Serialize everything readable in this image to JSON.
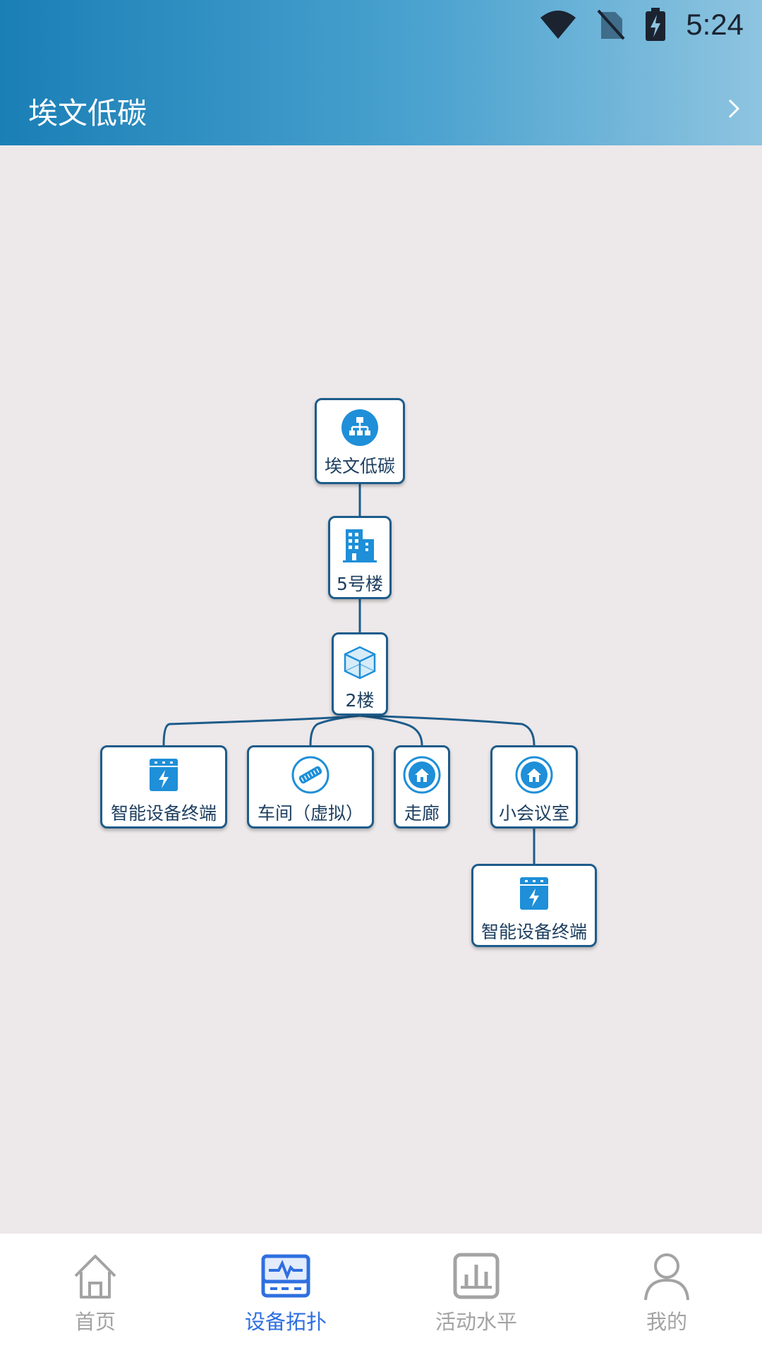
{
  "status_bar": {
    "time": "5:24",
    "icons": [
      "wifi-icon",
      "no-sim-icon",
      "battery-charging-icon"
    ]
  },
  "header": {
    "title": "埃文低碳",
    "action_icon": "chevron-right-icon"
  },
  "topology": {
    "root": {
      "label": "埃文低碳",
      "icon": "org-chart-icon"
    },
    "building": {
      "label": "5号楼",
      "icon": "building-icon"
    },
    "floor": {
      "label": "2楼",
      "icon": "cube-icon"
    },
    "children": [
      {
        "label": "智能设备终端",
        "icon": "electric-meter-icon"
      },
      {
        "label": "车间（虚拟）",
        "icon": "workshop-icon"
      },
      {
        "label": "走廊",
        "icon": "home-icon"
      },
      {
        "label": "小会议室",
        "icon": "home-icon"
      }
    ],
    "grandchild": {
      "label": "智能设备终端",
      "icon": "electric-meter-icon"
    }
  },
  "tabs": [
    {
      "label": "首页",
      "icon": "home-outline-icon",
      "active": false
    },
    {
      "label": "设备拓扑",
      "icon": "device-monitor-icon",
      "active": true
    },
    {
      "label": "活动水平",
      "icon": "bar-chart-icon",
      "active": false
    },
    {
      "label": "我的",
      "icon": "user-icon",
      "active": false
    }
  ],
  "colors": {
    "accent": "#2f6fe0",
    "header_start": "#1a7fb6",
    "header_end": "#8ec4e0",
    "node_border": "#1d5c8b",
    "node_icon": "#1e8fd8",
    "canvas_bg": "#ede8e9"
  }
}
